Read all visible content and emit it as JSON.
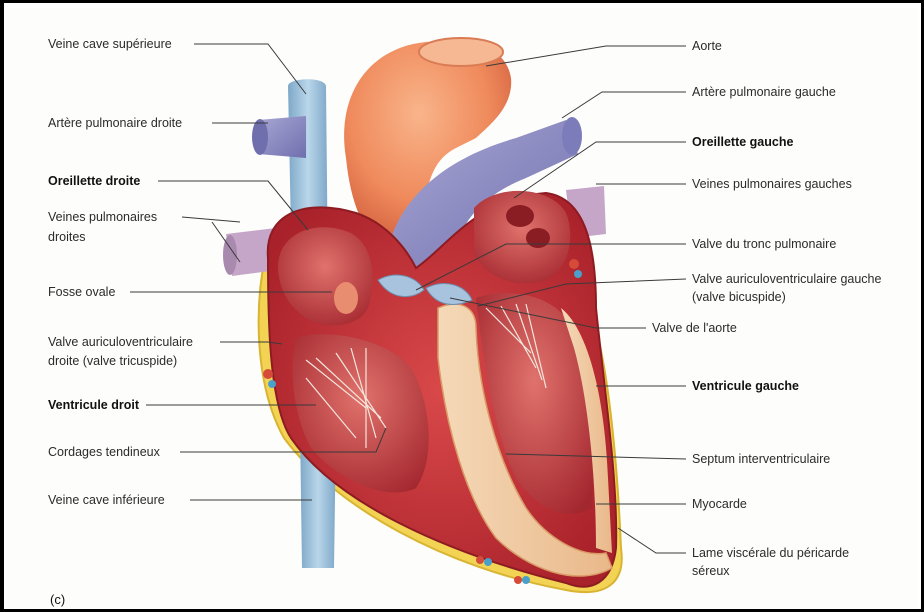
{
  "figure": {
    "panel_letter": "(c)",
    "labels_left": [
      {
        "id": "vcs",
        "text": "Veine cave supérieure",
        "bold": false
      },
      {
        "id": "apd",
        "text": "Artère pulmonaire droite",
        "bold": false
      },
      {
        "id": "od",
        "text": "Oreillette droite",
        "bold": true
      },
      {
        "id": "vpd1",
        "text": "Veines pulmonaires",
        "bold": false
      },
      {
        "id": "vpd2",
        "text": "droites",
        "bold": false
      },
      {
        "id": "fo",
        "text": "Fosse ovale",
        "bold": false
      },
      {
        "id": "vavd1",
        "text": "Valve auriculoventriculaire",
        "bold": false
      },
      {
        "id": "vavd2",
        "text": "droite (valve tricuspide)",
        "bold": false
      },
      {
        "id": "vd",
        "text": "Ventricule droit",
        "bold": true
      },
      {
        "id": "ct",
        "text": "Cordages tendineux",
        "bold": false
      },
      {
        "id": "vci",
        "text": "Veine cave inférieure",
        "bold": false
      }
    ],
    "labels_right": [
      {
        "id": "ao",
        "text": "Aorte",
        "bold": false
      },
      {
        "id": "apg",
        "text": "Artère pulmonaire gauche",
        "bold": false
      },
      {
        "id": "og",
        "text": "Oreillette gauche",
        "bold": true
      },
      {
        "id": "vpg",
        "text": "Veines pulmonaires gauches",
        "bold": false
      },
      {
        "id": "vtp",
        "text": "Valve du tronc pulmonaire",
        "bold": false
      },
      {
        "id": "vavg1",
        "text": "Valve auriculoventriculaire gauche",
        "bold": false
      },
      {
        "id": "vavg2",
        "text": "(valve bicuspide)",
        "bold": false
      },
      {
        "id": "vao",
        "text": "Valve de l'aorte",
        "bold": false
      },
      {
        "id": "vg",
        "text": "Ventricule gauche",
        "bold": true
      },
      {
        "id": "si",
        "text": "Septum interventriculaire",
        "bold": false
      },
      {
        "id": "myo",
        "text": "Myocarde",
        "bold": false
      },
      {
        "id": "lv1",
        "text": "Lame viscérale du péricarde",
        "bold": false
      },
      {
        "id": "lv2",
        "text": "séreux",
        "bold": false
      }
    ]
  },
  "colors": {
    "aorta": "#ef8a5c",
    "vena_cava": "#9fc3dc",
    "pulmonary_artery": "#8f90c6",
    "myocardium": "#c8343a",
    "chamber": "#b02a33",
    "septum_core": "#f3cfa7",
    "pericardium_fat": "#f2d354",
    "leader_line": "#3a3a3a"
  }
}
